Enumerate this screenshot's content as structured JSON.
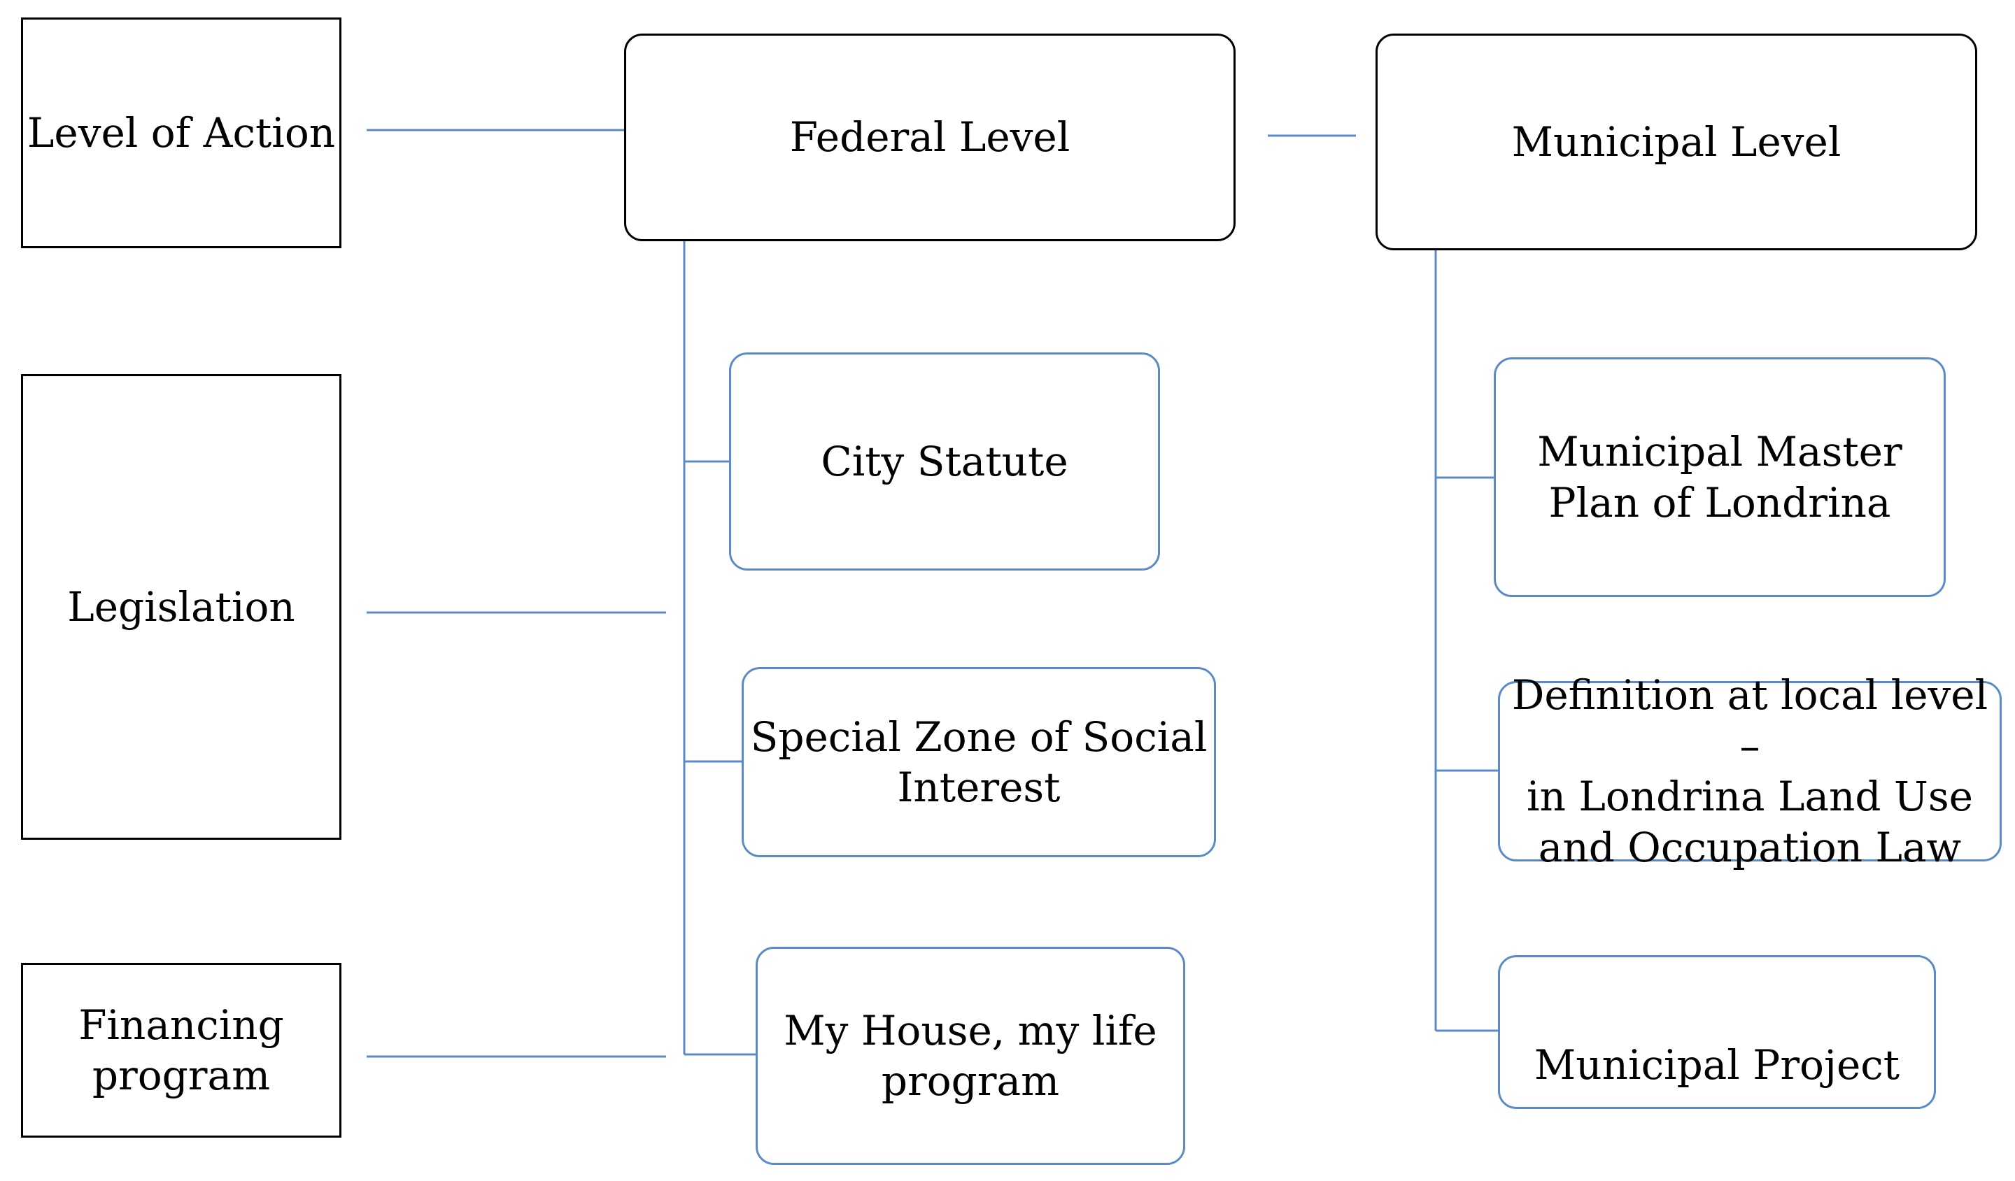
{
  "categories": {
    "level_of_action": "Level of Action",
    "legislation": "Legislation",
    "financing": "Financing\nprogram"
  },
  "levels": {
    "federal": "Federal Level",
    "municipal": "Municipal Level"
  },
  "federal_items": {
    "city_statute": "City Statute",
    "zeis": "Special Zone of Social\nInterest",
    "my_house": "My House, my life\nprogram"
  },
  "municipal_items": {
    "master_plan": "Municipal Master\nPlan of Londrina",
    "land_use": "Definition at local level –\nin Londrina Land Use\nand Occupation Law",
    "project": "Municipal Project"
  },
  "colors": {
    "connector": "#5b8bc6",
    "label_border": "#000000",
    "item_border": "#5b8bc6"
  }
}
